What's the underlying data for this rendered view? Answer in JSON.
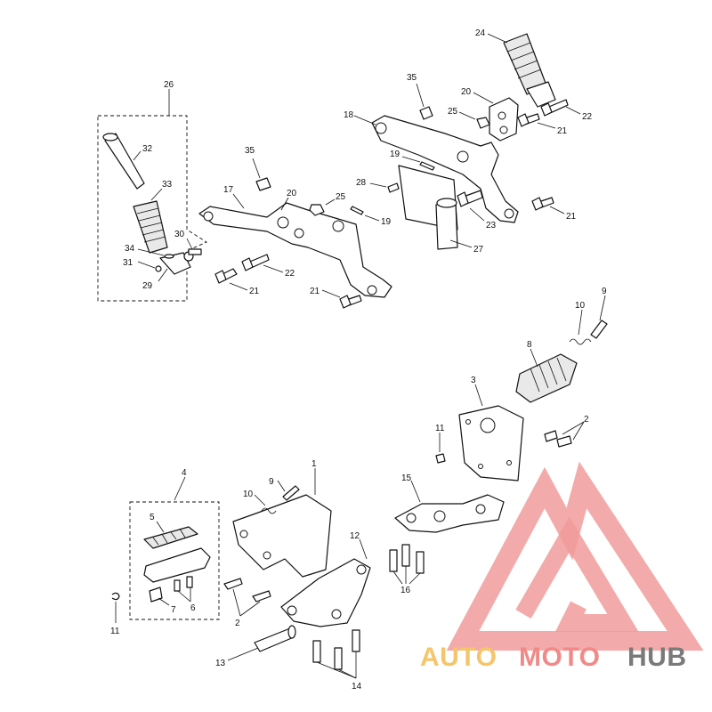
{
  "labels": {
    "n1": "1",
    "n2a": "2",
    "n2b": "2",
    "n3": "3",
    "n4": "4",
    "n5": "5",
    "n6": "6",
    "n7": "7",
    "n8": "8",
    "n9a": "9",
    "n9b": "9",
    "n10a": "10",
    "n10b": "10",
    "n11a": "11",
    "n11b": "11",
    "n12": "12",
    "n13": "13",
    "n14": "14",
    "n15": "15",
    "n16": "16",
    "n17": "17",
    "n18": "18",
    "n19a": "19",
    "n19b": "19",
    "n20a": "20",
    "n20b": "20",
    "n21a": "21",
    "n21b": "21",
    "n21c": "21",
    "n21d": "21",
    "n22a": "22",
    "n22b": "22",
    "n23": "23",
    "n24": "24",
    "n25a": "25",
    "n25b": "25",
    "n26": "26",
    "n27": "27",
    "n28": "28",
    "n29": "29",
    "n30": "30",
    "n31": "31",
    "n32": "32",
    "n33": "33",
    "n34": "34",
    "n35a": "35",
    "n35b": "35"
  },
  "watermark": {
    "word_1": "AUTO",
    "word_2": "MOTO",
    "word_3": "HUB",
    "colors": {
      "auto": "#f5c56b",
      "moto": "#f08a88",
      "hub": "#7a7a7a",
      "logo": "#f19b9b"
    }
  }
}
